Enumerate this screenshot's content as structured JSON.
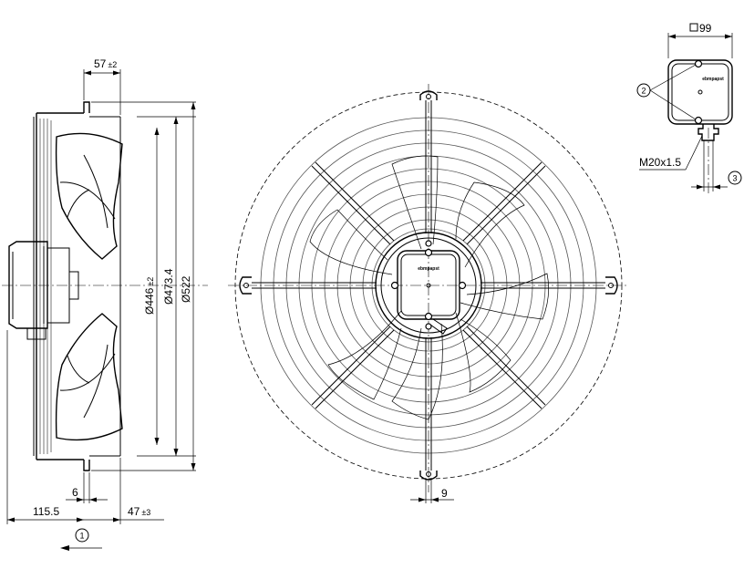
{
  "dimensions": {
    "outlet_offset": "57",
    "outlet_offset_tol": "±2",
    "depth_total": "115.5",
    "flange_thickness": "6",
    "blade_offset": "47",
    "blade_offset_tol": "±3",
    "dia_inner": "Ø446",
    "dia_inner_tol": "±2",
    "dia_mid": "Ø473.4",
    "dia_outer": "Ø522",
    "foot_width": "9",
    "box_size": "99",
    "cable_gland": "M20x1.5"
  },
  "callouts": {
    "c1": "1",
    "c2": "2",
    "c3": "3"
  },
  "brand_label": "ebmpapst"
}
